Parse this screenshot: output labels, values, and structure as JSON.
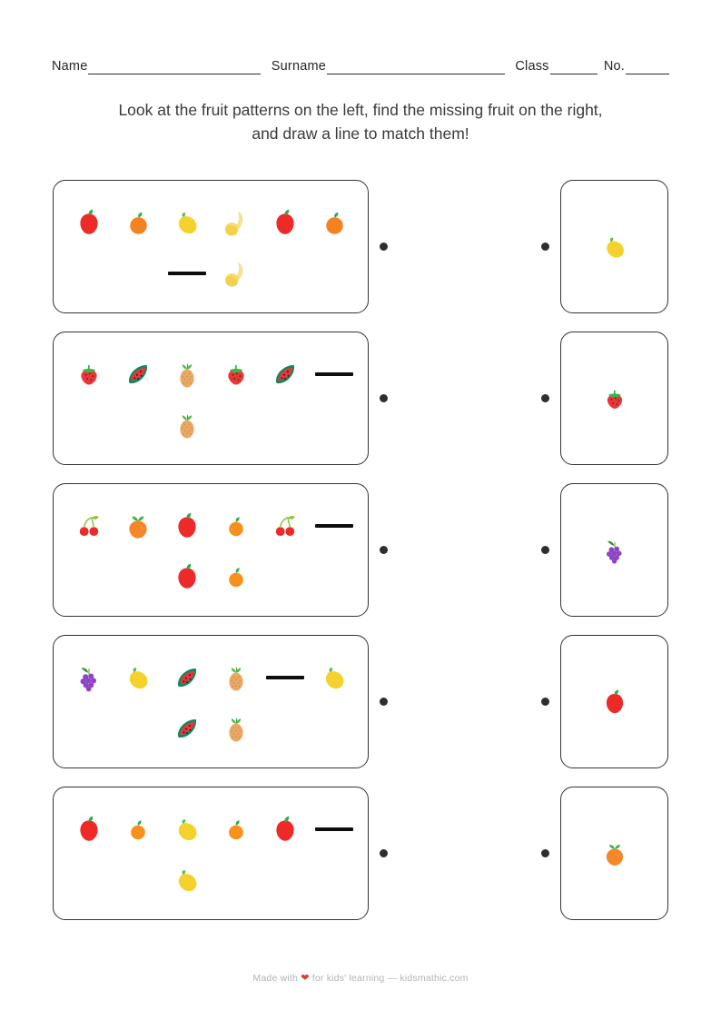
{
  "header": {
    "fields": [
      {
        "label": "Name"
      },
      {
        "label": "Surname"
      },
      {
        "label": "Class"
      },
      {
        "label": "No."
      }
    ]
  },
  "instruction": {
    "line1": "Look at the fruit patterns on the left, find the missing fruit on the right,",
    "line2": "and draw a line to match them!"
  },
  "rows": [
    {
      "pattern": [
        "apple",
        "orange",
        "lemon",
        "banana",
        "apple",
        "orange",
        "",
        "",
        "blank",
        "banana",
        "",
        ""
      ],
      "answer": "lemon"
    },
    {
      "pattern": [
        "strawberry",
        "watermelon",
        "pineapple",
        "strawberry",
        "watermelon",
        "blank",
        "",
        "",
        "pineapple",
        "",
        "",
        ""
      ],
      "answer": "strawberry"
    },
    {
      "pattern": [
        "cherries",
        "peach",
        "apple",
        "tangerine",
        "cherries",
        "blank",
        "",
        "",
        "apple",
        "tangerine",
        "",
        ""
      ],
      "answer": "grapes"
    },
    {
      "pattern": [
        "grapes",
        "lemon",
        "watermelon",
        "pineapple",
        "blank",
        "lemon",
        "",
        "",
        "watermelon",
        "pineapple",
        "",
        ""
      ],
      "answer": "apple"
    },
    {
      "pattern": [
        "apple",
        "tangerine",
        "lemon",
        "tangerine",
        "apple",
        "blank",
        "",
        "",
        "lemon",
        "",
        "",
        ""
      ],
      "answer": "peach"
    }
  ],
  "footer": {
    "prefix": "Made with ",
    "heart": "❤",
    "suffix": " for kids' learning — kidsmathic.com"
  },
  "colors": {
    "apple_red": "#ee2a29",
    "orange": "#f58220",
    "tangerine": "#f6911e",
    "lemon_yellow": "#f4d12c",
    "banana_yellow": "#f7dd6a",
    "strawberry_red": "#ee3536",
    "watermelon_red": "#e8353a",
    "watermelon_rind": "#0e8a5f",
    "pineapple_tan": "#e9a964",
    "cherry_red": "#ec2b29",
    "grape_purple": "#8e44c6",
    "peach_orange": "#f5862a",
    "leaf_green": "#2eaa4e",
    "stem_green": "#8dc63f",
    "card_border": "#333333",
    "dot": "#2e2e2e",
    "blank_line": "#0d0d0d",
    "text": "#3a3a3a",
    "footer_text": "#b3b3b3"
  }
}
